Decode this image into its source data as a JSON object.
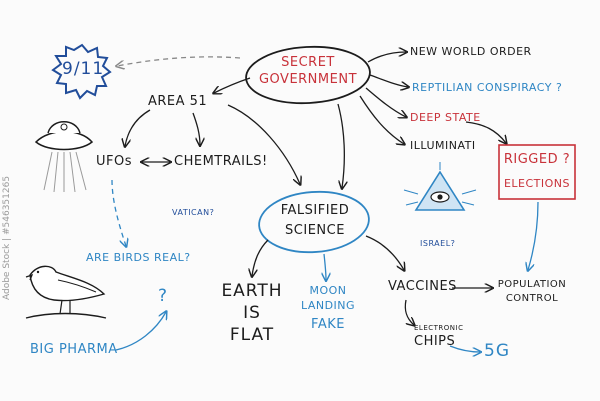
{
  "nodes": {
    "nine_eleven": "9/11",
    "secret_government_1": "SECRET",
    "secret_government_2": "GOVERNMENT",
    "area51": "AREA 51",
    "ufos": "UFOs",
    "chemtrails": "CHEMTRAILS!",
    "new_world_order": "NEW WORLD ORDER",
    "reptilian": "REPTILIAN CONSPIRACY ?",
    "deep_state": "DEEP STATE",
    "illuminati": "ILLUMINATI",
    "rigged_1": "RIGGED ?",
    "rigged_2": "ELECTIONS",
    "vatican": "VATICAN?",
    "falsified_1": "FALSIFIED",
    "falsified_2": "SCIENCE",
    "israel": "ISRAEL?",
    "birds": "ARE BIRDS REAL?",
    "earth_1": "EARTH",
    "earth_2": "IS",
    "earth_3": "FLAT",
    "moon_1": "MOON",
    "moon_2": "LANDING",
    "moon_3": "FAKE",
    "vaccines": "VACCINES",
    "population_1": "POPULATION",
    "population_2": "CONTROL",
    "electronic": "ELECTRONIC",
    "chips": "CHIPS",
    "fiveg": "5G",
    "big_pharma": "BIG PHARMA",
    "question_mark": "?"
  },
  "watermark": {
    "side_id": "Adobe Stock | #546351265"
  },
  "colors": {
    "black": "#1c1c1c",
    "red": "#c8323a",
    "blue": "#2f86c4",
    "navy": "#214d9a"
  }
}
